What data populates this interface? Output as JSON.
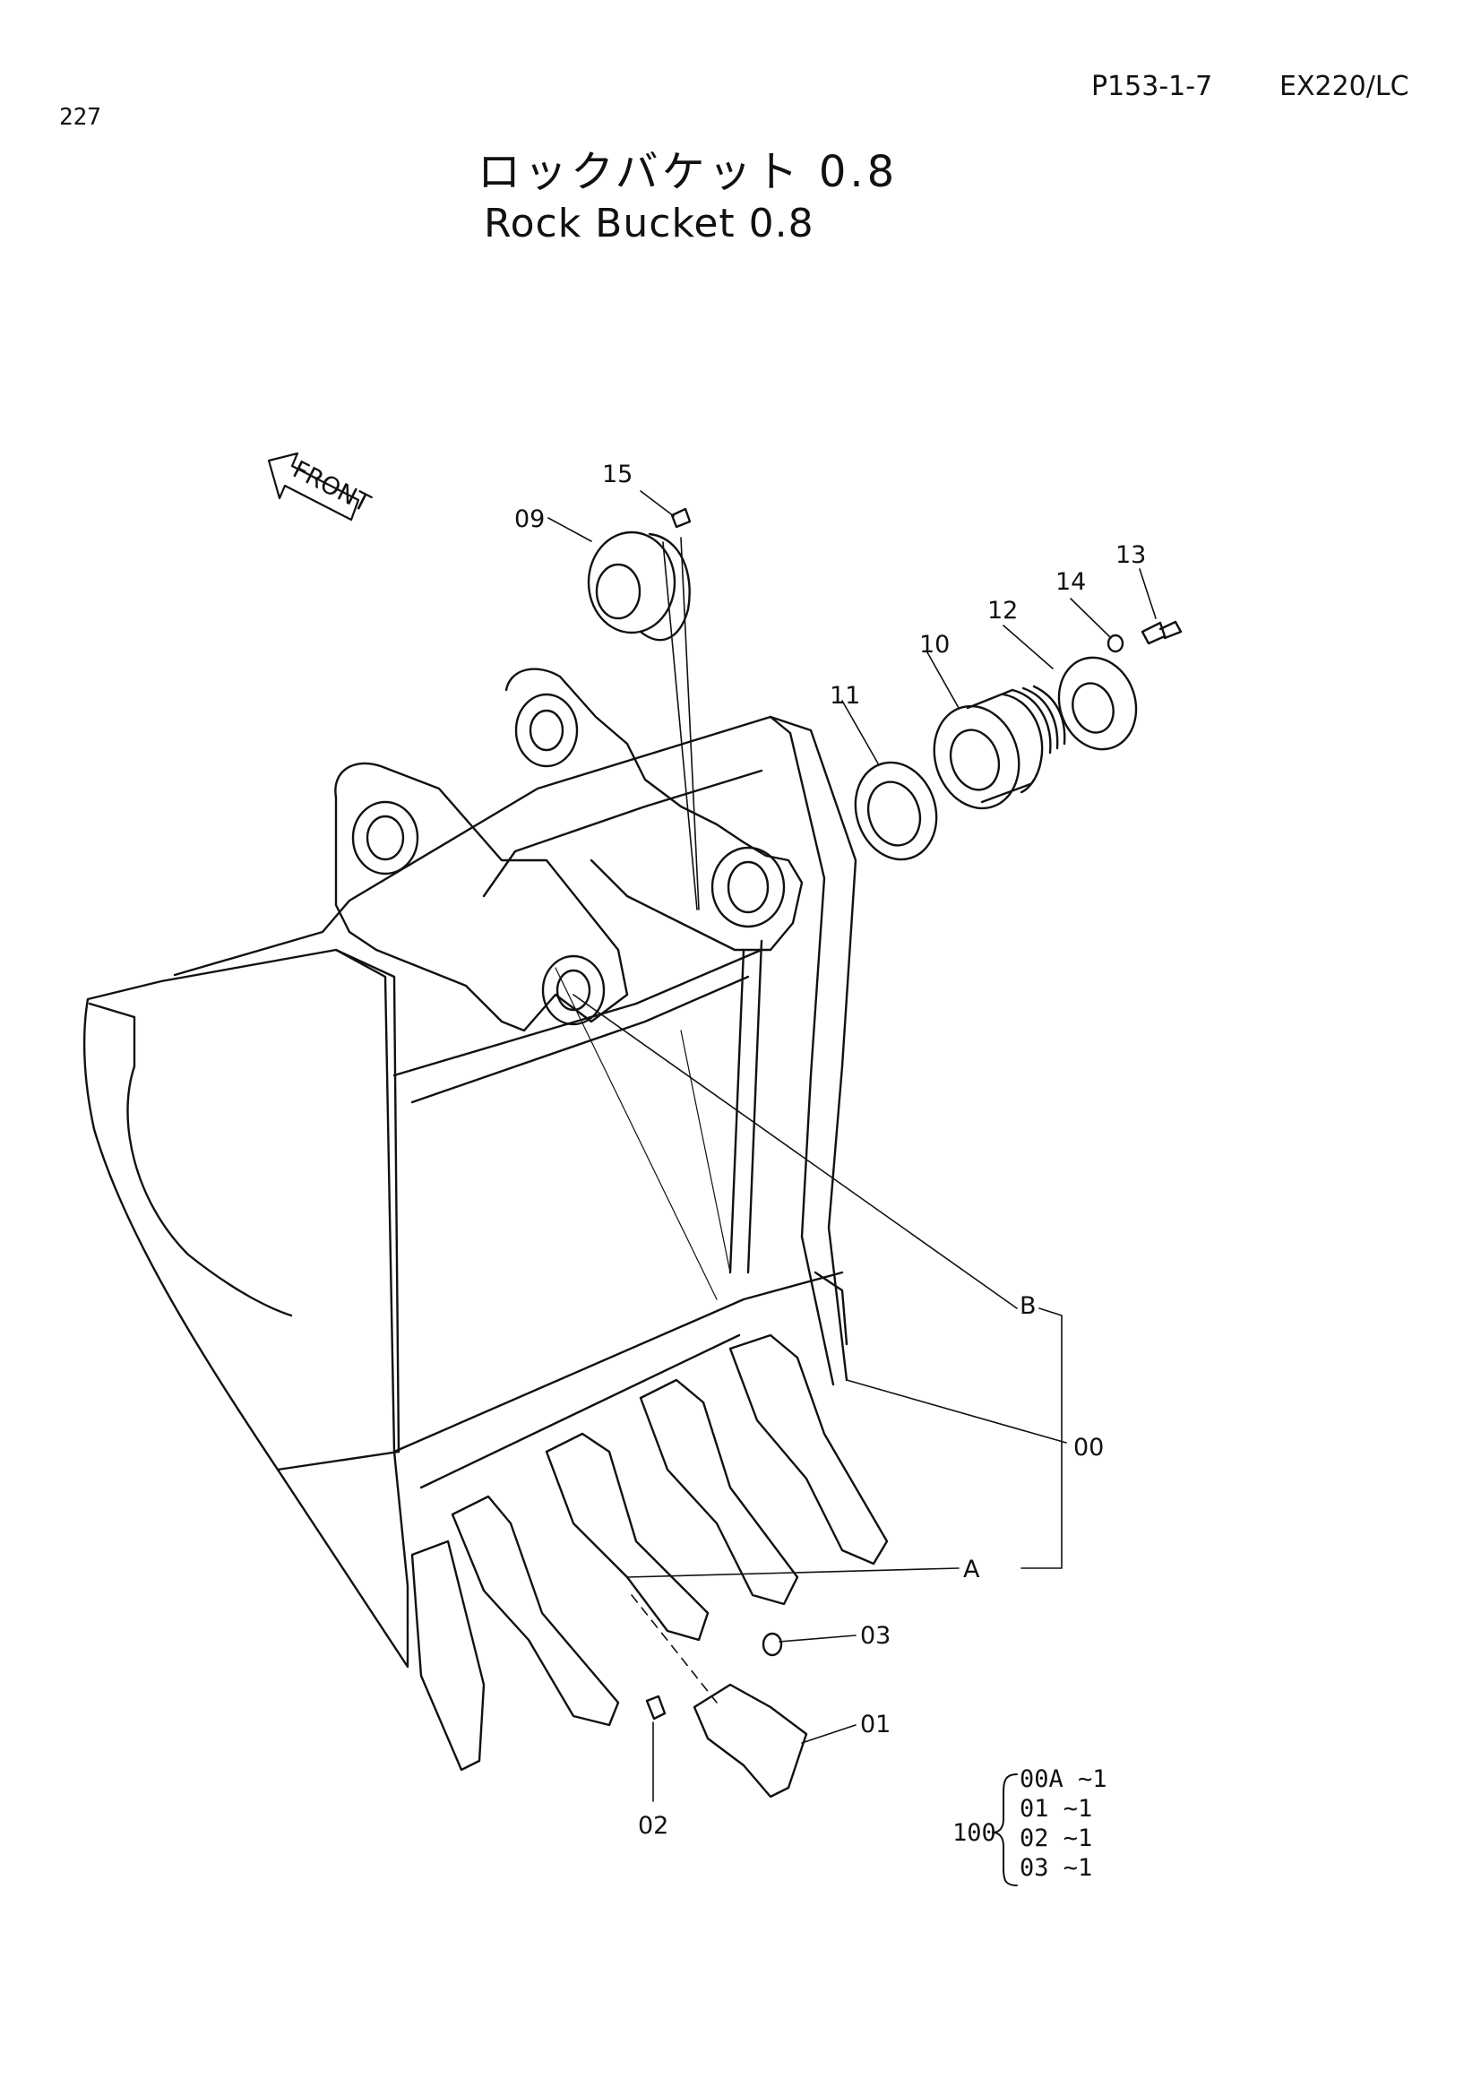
{
  "header": {
    "page_number": "227",
    "page_code": "P153-1-7",
    "model": "EX220/LC"
  },
  "title": {
    "japanese": "ロックバケット 0.8",
    "english": "Rock Bucket 0.8"
  },
  "diagram": {
    "front_arrow_label": "FRONT",
    "part_callouts": [
      "15",
      "09",
      "13",
      "14",
      "12",
      "10",
      "11",
      "B",
      "00",
      "A",
      "03",
      "01",
      "02"
    ],
    "kit": {
      "number": "100",
      "items": [
        "00A ~1",
        "01  ~1",
        "02  ~1",
        "03  ~1"
      ]
    }
  }
}
